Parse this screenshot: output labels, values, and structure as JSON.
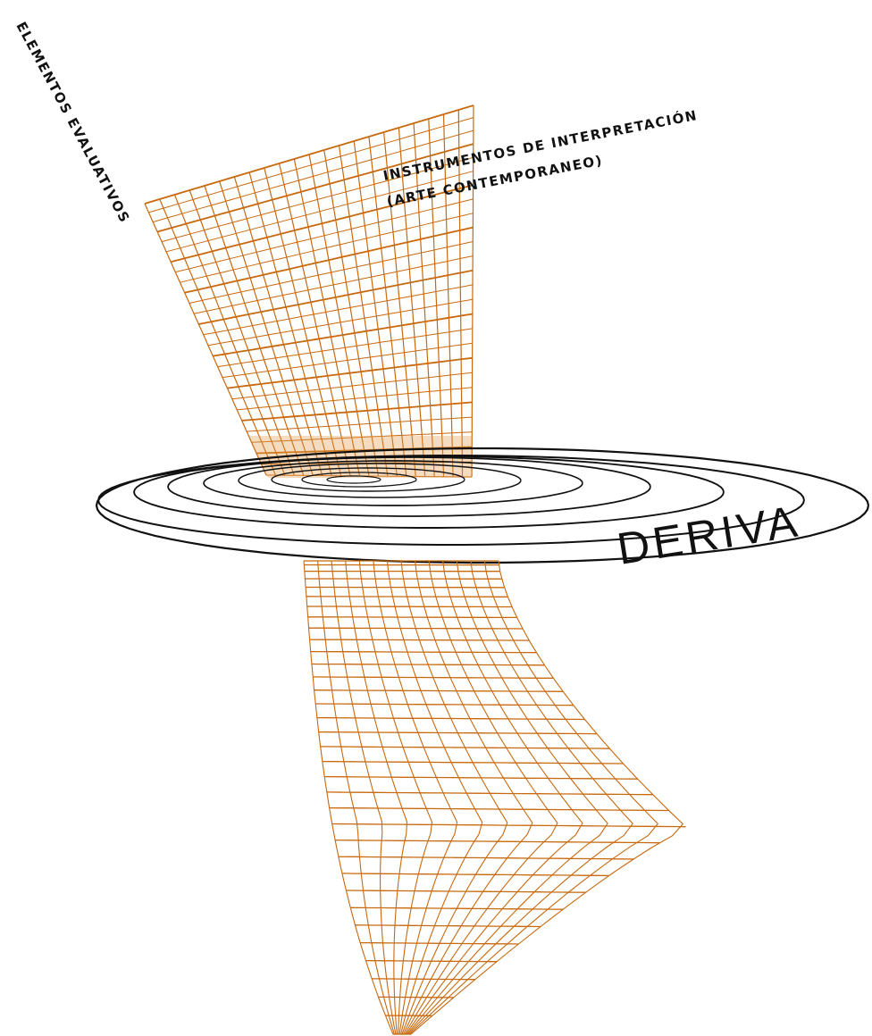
{
  "labels": {
    "elementos": "ELEMENTOS EVALUATIVOS",
    "instrumentos_line1": "INSTRUMENTOS DE INTERPRETACIÓN",
    "instrumentos_line2": "(ARTE CONTEMPORANEO)",
    "deriva": "DERIVA"
  },
  "colors": {
    "grid": "#c8690e",
    "grid_fill": "#e39b4a",
    "spiral": "#111111",
    "text": "#111111",
    "background": "#ffffff"
  }
}
